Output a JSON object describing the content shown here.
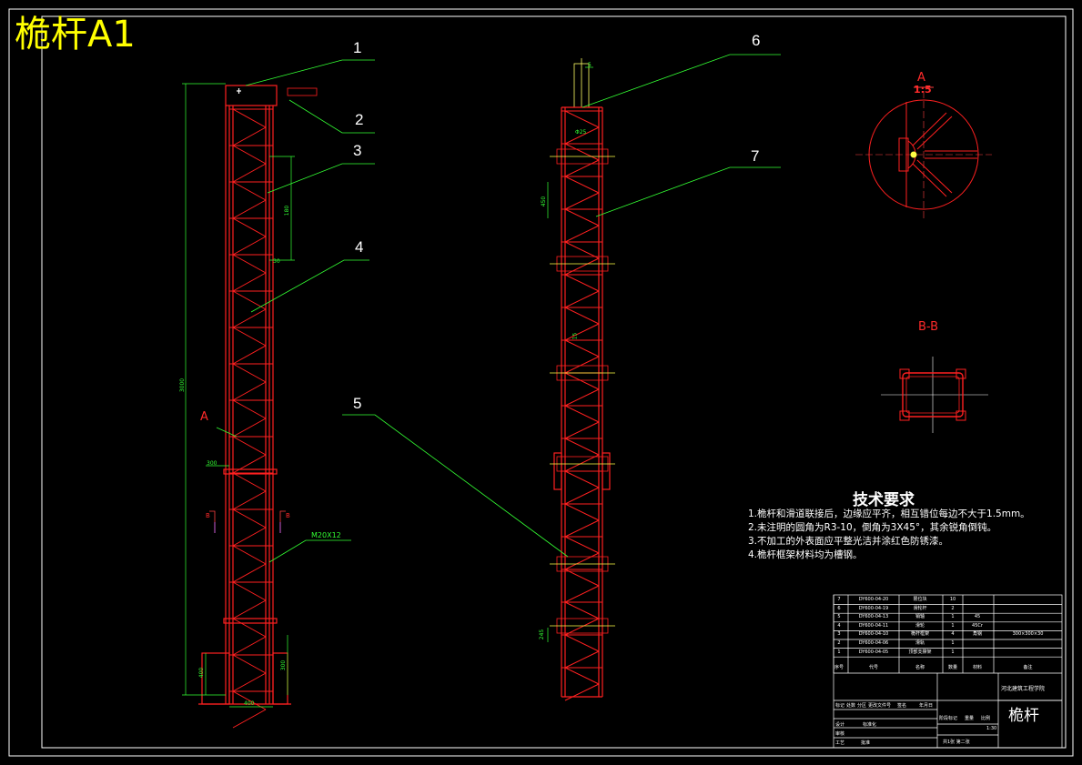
{
  "title": "桅杆A1",
  "callouts": [
    "1",
    "2",
    "3",
    "4",
    "5",
    "6",
    "7"
  ],
  "view_labels": {
    "detail": "A",
    "detail_scale": "1:5",
    "section": "B-B",
    "detail_ref": "A",
    "section_ref_left": "B",
    "section_ref_right": "B"
  },
  "dimensions": {
    "left_height": "3000",
    "left_pitch": "180",
    "left_offset": "30",
    "left_width": "300",
    "left_bottom": "400",
    "left_bottom_h": "300",
    "left_base": "400",
    "thread_label": "M20X12",
    "right_pitch": "450",
    "right_top": "5",
    "right_15": "15",
    "right_245": "245",
    "right_d": "Φ25"
  },
  "technical_requirements": {
    "heading": "技术要求",
    "items": [
      "1.桅杆和滑道联接后，边缘应平齐，相互错位每边不大于1.5mm。",
      "2.未注明的圆角为R3-10，倒角为3X45°，其余锐角倒钝。",
      "3.不加工的外表面应平整光洁并涂红色防锈漆。",
      "4.桅杆框架材料均为槽钢。"
    ]
  },
  "parts_list": [
    {
      "no": "7",
      "code": "DY600-04-20",
      "name": "限位块",
      "qty": "10",
      "material": "",
      "note": ""
    },
    {
      "no": "6",
      "code": "DY600-04-19",
      "name": "滑轮杆",
      "qty": "2",
      "material": "",
      "note": ""
    },
    {
      "no": "5",
      "code": "DY600-04-13",
      "name": "销轴",
      "qty": "1",
      "material": "45",
      "note": ""
    },
    {
      "no": "4",
      "code": "DY600-04-11",
      "name": "滑轮",
      "qty": "1",
      "material": "45Cr",
      "note": ""
    },
    {
      "no": "3",
      "code": "DY600-04-10",
      "name": "桅杆框架",
      "qty": "4",
      "material": "角钢",
      "note": "300×300×30"
    },
    {
      "no": "2",
      "code": "DY600-04-06",
      "name": "滑轨",
      "qty": "1",
      "material": "",
      "note": ""
    },
    {
      "no": "1",
      "code": "DY600-04-05",
      "name": "顶部支撑架",
      "qty": "1",
      "material": "",
      "note": ""
    }
  ],
  "parts_header": {
    "no": "序号",
    "code": "代号",
    "name": "名称",
    "qty": "数量",
    "material": "材料",
    "note": "备注"
  },
  "title_block": {
    "school": "河北建筑工程学院",
    "drawing_name": "桅杆",
    "scale": "1:30",
    "sheet": "共1张 第二张",
    "labels": [
      "标记",
      "处数",
      "分区",
      "更改文件号",
      "签名",
      "年月日",
      "设计",
      "标准化",
      "审核",
      "工艺",
      "批准",
      "阶段标记",
      "重量",
      "比例"
    ]
  },
  "colors": {
    "frame": "#ff2020",
    "dim": "#33ff33",
    "leader": "#33ff33",
    "title": "#ffff00",
    "border": "#ffffff"
  }
}
